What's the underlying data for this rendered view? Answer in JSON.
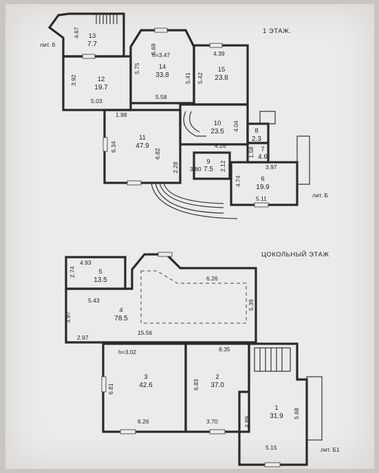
{
  "floor1": {
    "title": "1 ЭТАЖ.",
    "lit_left": "лит. б",
    "lit_right": "лит. Б",
    "height_label": "h=3.47",
    "rooms": [
      {
        "id": "13",
        "num": "13",
        "area": "7.7"
      },
      {
        "id": "12",
        "num": "12",
        "area": "19.7"
      },
      {
        "id": "14",
        "num": "14",
        "area": "33.8"
      },
      {
        "id": "15",
        "num": "15",
        "area": "23.8"
      },
      {
        "id": "11",
        "num": "11",
        "area": "47.9"
      },
      {
        "id": "10",
        "num": "10",
        "area": "23.5"
      },
      {
        "id": "8",
        "num": "8",
        "area": "2.3"
      },
      {
        "id": "7",
        "num": "7",
        "area": "4.6"
      },
      {
        "id": "9",
        "num": "9",
        "area": "7.5"
      },
      {
        "id": "6",
        "num": "6",
        "area": "19.9"
      }
    ],
    "dims": [
      "4.67",
      "3.92",
      "5.03",
      "6.69",
      "5.75",
      "5.58",
      "5.41",
      "4.39",
      "5.42",
      "1.98",
      "6.34",
      "6.82",
      "4.04",
      "4.26",
      "2.28",
      "3.80",
      "2.12",
      "1.58",
      "3.97",
      "4.74",
      "5.11"
    ]
  },
  "basement": {
    "title": "ЦОКОЛЬНЫЙ ЭТАЖ",
    "lit_right": "лит. Б1",
    "height_label": "h=3.02",
    "rooms": [
      {
        "id": "5",
        "num": "5",
        "area": "13.5"
      },
      {
        "id": "4",
        "num": "4",
        "area": "78.5"
      },
      {
        "id": "3",
        "num": "3",
        "area": "42.6"
      },
      {
        "id": "2",
        "num": "2",
        "area": "37.0"
      },
      {
        "id": "1",
        "num": "1",
        "area": "31.9"
      }
    ],
    "dims": [
      "4.93",
      "2.74",
      "5.43",
      "6.26",
      "5.39",
      "3.97",
      "2.97",
      "15.56",
      "8.35",
      "6.81",
      "6.83",
      "4.89",
      "5.68",
      "6.26",
      "3.70",
      "5.15"
    ]
  }
}
